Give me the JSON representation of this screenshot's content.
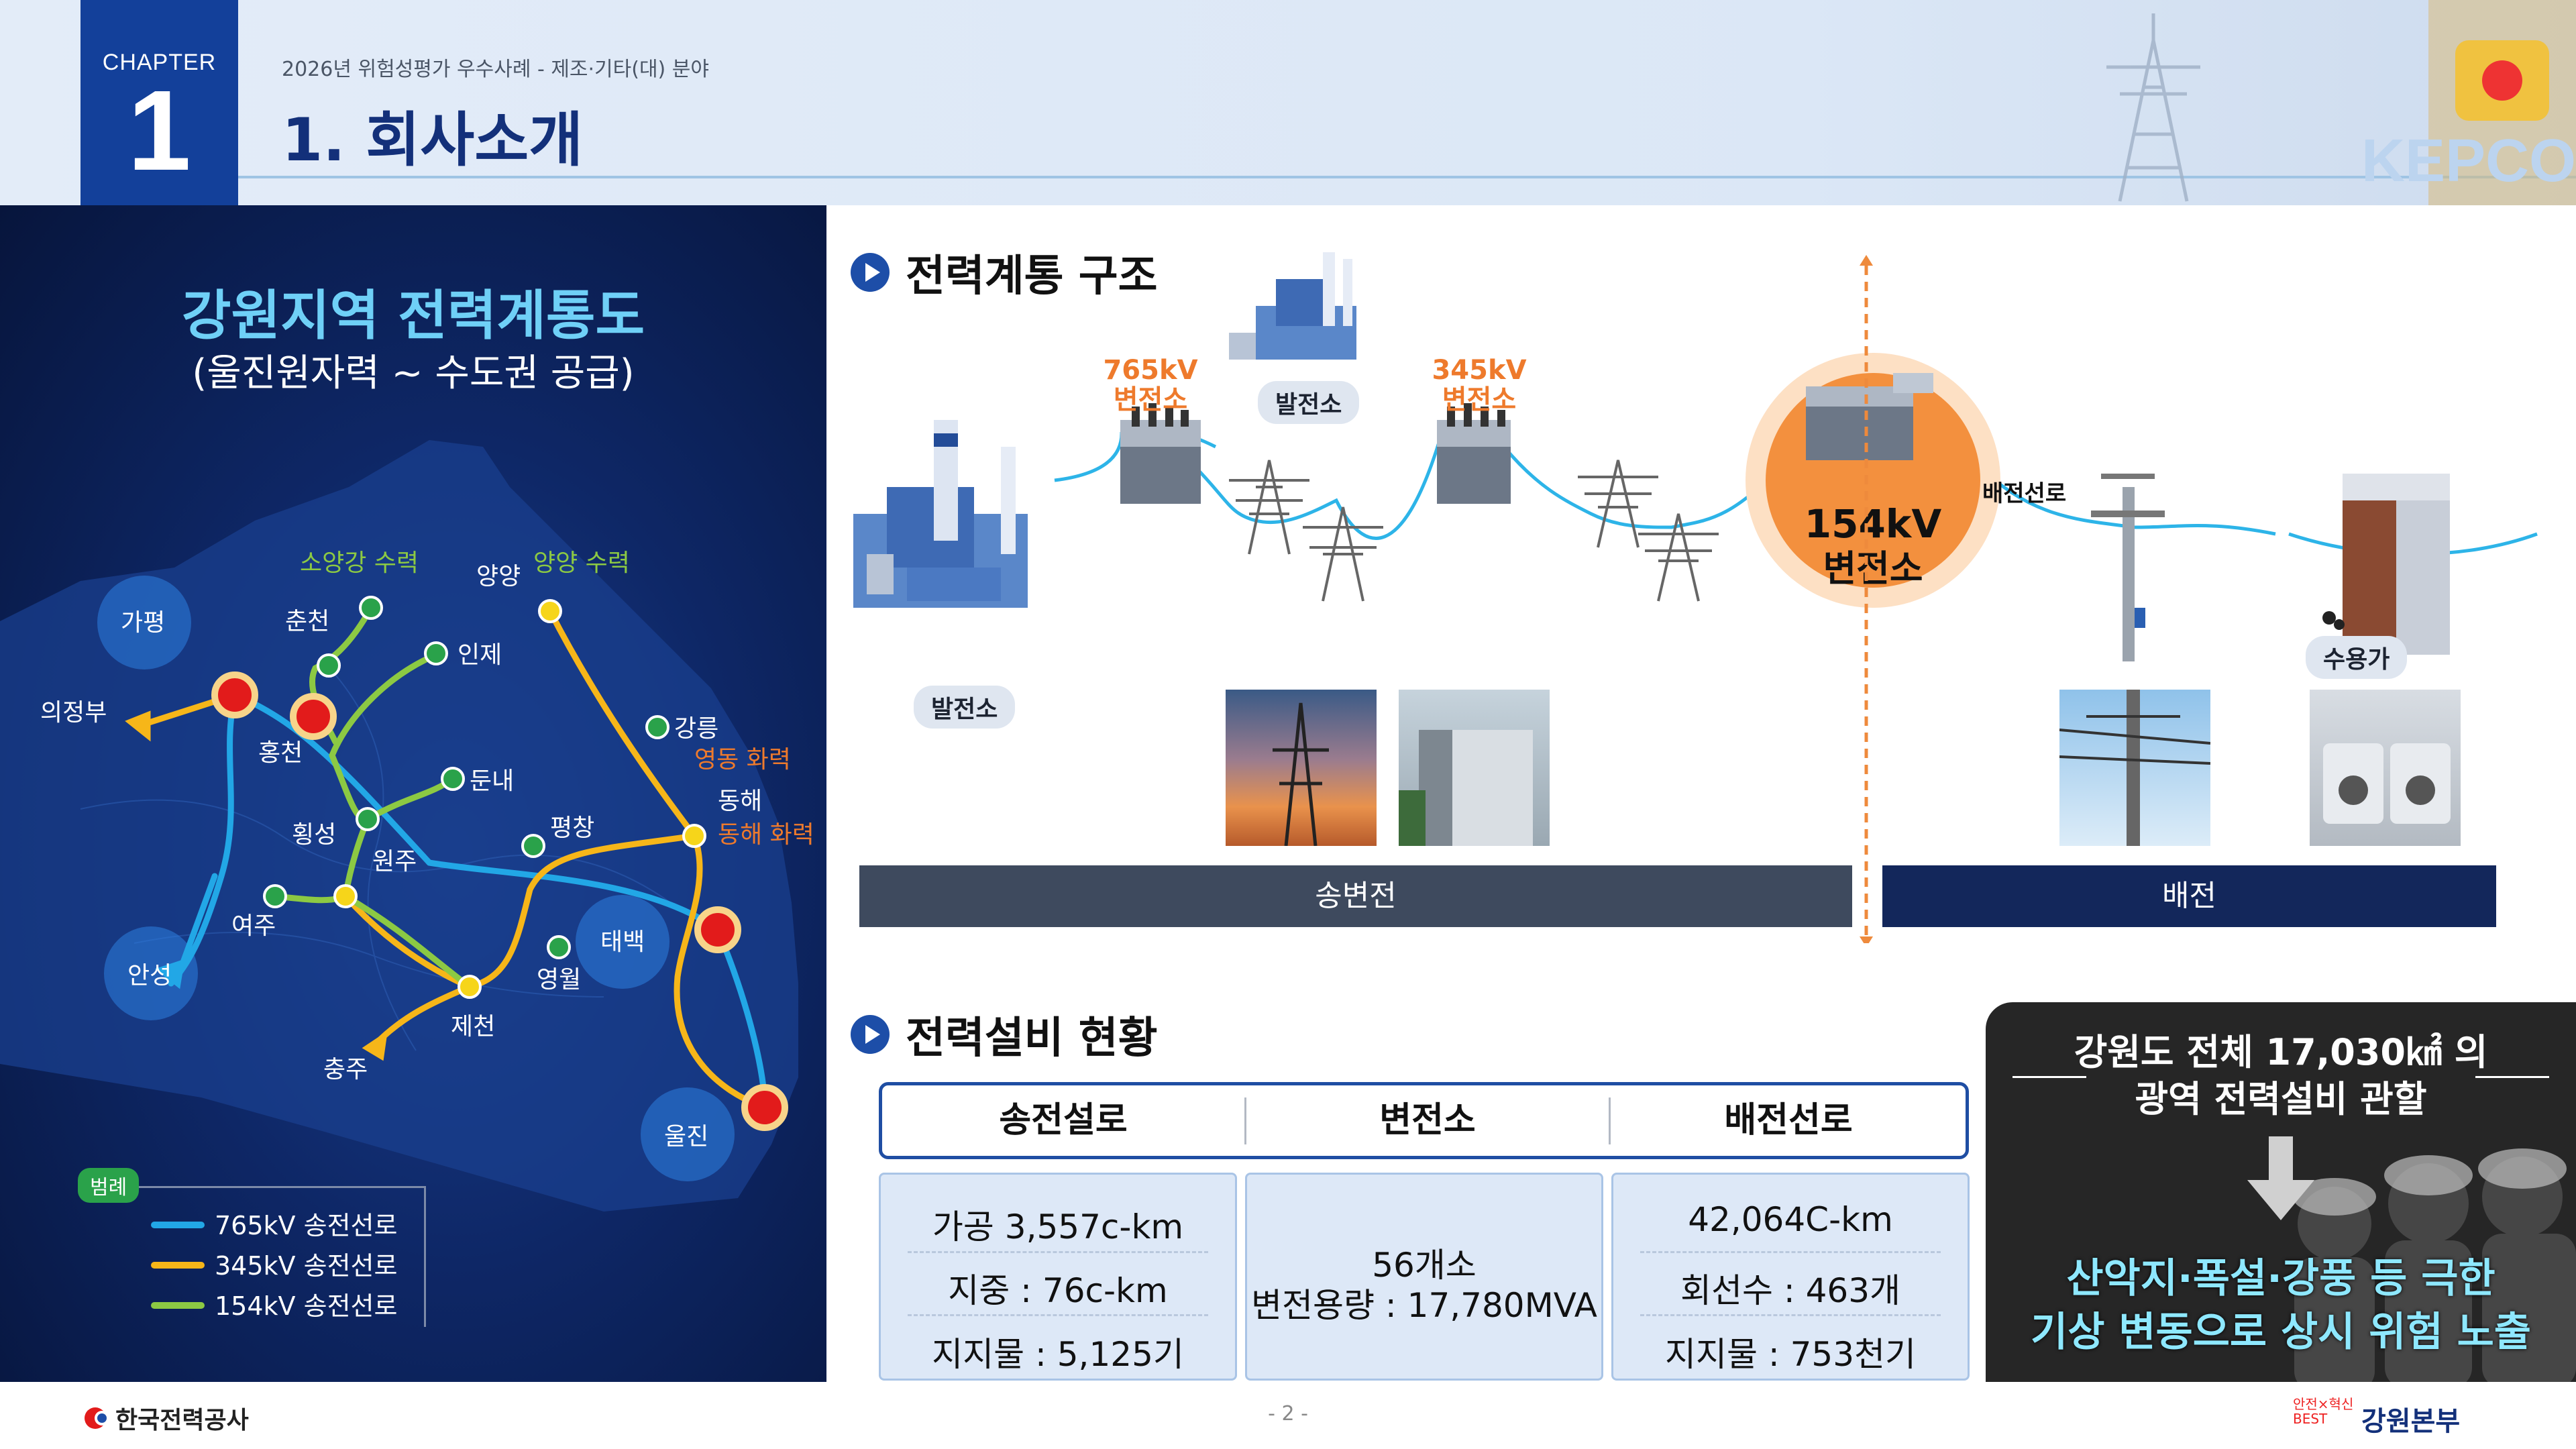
{
  "header": {
    "chapter_label": "CHAPTER",
    "chapter_number": "1",
    "subtitle": "2026년 위험성평가 우수사례 - 제조·기타(대) 분야",
    "title": "1. 회사소개",
    "brand_watermark": "KEPCO"
  },
  "map": {
    "title": "강원지역 전력계통도",
    "subtitle": "(울진원자력 ~ 수도권 공급)",
    "places": {
      "gapyeong": "가평",
      "uijeongbu": "의정부",
      "chuncheon": "춘천",
      "soyanggang": "소양강 수력",
      "yangyang": "양양",
      "yangyang_hydro": "양양 수력",
      "inje": "인제",
      "hongcheon": "홍천",
      "gangneung": "강릉",
      "yeongdong": "영동 화력",
      "dunnae": "둔내",
      "hoengseong": "횡성",
      "donghae": "동해",
      "donghae_thermal": "동해 화력",
      "pyeongchang": "평창",
      "wonju": "원주",
      "yeoju": "여주",
      "taebaek": "태백",
      "anseong": "안성",
      "yeongwol": "영월",
      "jecheon": "제천",
      "chungju": "충주",
      "uljin": "울진"
    },
    "legend": {
      "badge": "범례",
      "items": [
        {
          "label": "765kV 송전선로",
          "color": "#22a7e6"
        },
        {
          "label": "345kV 송전선로",
          "color": "#f6b619"
        },
        {
          "label": "154kV 송전선로",
          "color": "#8cc943"
        }
      ]
    }
  },
  "structure": {
    "section_title": "전력계통 구조",
    "sub_765": "765kV\n변전소",
    "sub_345": "345kV\n변전소",
    "plant_top": "발전소",
    "plant_left": "발전소",
    "main_sub_line1": "154kV",
    "main_sub_line2": "변전소",
    "dist_line": "배전선로",
    "customer": "수용가",
    "bar_transmission": "송변전",
    "bar_distribution": "배전"
  },
  "facilities": {
    "section_title": "전력설비 현황",
    "headers": [
      "송전설로",
      "변전소",
      "배전선로"
    ],
    "col1": [
      "가공 3,557c-km",
      "지중 : 76c-km",
      "지지물 : 5,125기"
    ],
    "col2": [
      "56개소",
      "변전용량 : 17,780MVA"
    ],
    "col3": [
      "42,064C-km",
      "회선수 : 463개",
      "지지물 : 753천기"
    ]
  },
  "callout": {
    "title_line1": "강원도 전체 17,030㎢ 의",
    "title_line2": "광역 전력설비 관할",
    "bottom_line1": "산악지·폭설·강풍 등 극한",
    "bottom_line2": "기상 변동으로 상시 위험 노출"
  },
  "footer": {
    "left_logo": "한국전력공사",
    "page": "- 2 -",
    "right_small": "안전×혁신\nBEST",
    "right_logo": "강원본부"
  },
  "colors": {
    "navy": "#13409a",
    "orange": "#ee7a2c",
    "line765": "#22a7e6",
    "line345": "#f6b619",
    "line154": "#8cc943"
  }
}
